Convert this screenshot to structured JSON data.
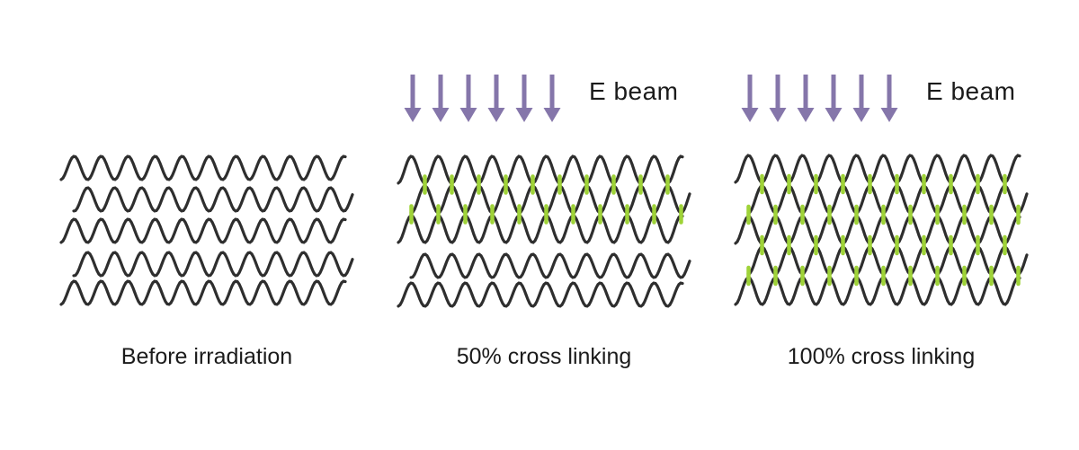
{
  "diagram": {
    "ebeam_label": "E beam",
    "arrow_count": 6,
    "chain_count": 5,
    "panels": [
      {
        "id": "before",
        "caption": "Before irradiation",
        "show_beam": false,
        "linked_pairs": []
      },
      {
        "id": "half",
        "caption": "50% cross linking",
        "show_beam": true,
        "linked_pairs": [
          [
            0,
            1
          ],
          [
            1,
            2
          ]
        ]
      },
      {
        "id": "full",
        "caption": "100% cross linking",
        "show_beam": true,
        "linked_pairs": [
          [
            0,
            1
          ],
          [
            1,
            2
          ],
          [
            2,
            3
          ],
          [
            3,
            4
          ]
        ]
      }
    ],
    "colors": {
      "chain": "#2e2e2e",
      "crosslink": "#9fd338",
      "arrow": "#8576aa",
      "text": "#1b1b1b",
      "background": "#ffffff"
    }
  }
}
